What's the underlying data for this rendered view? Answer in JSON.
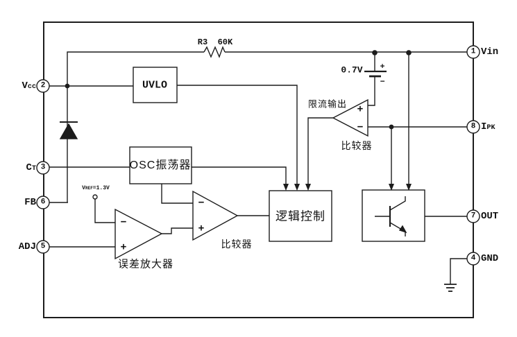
{
  "diagram": {
    "type": "ic-functional-block-diagram",
    "colors": {
      "line": "#1c1c1c",
      "text": "#111111",
      "background": "#ffffff"
    },
    "resistor": {
      "label": "R3  60K"
    },
    "battery": {
      "label": "0.7V",
      "plus": "+",
      "minus": "−"
    },
    "vref": {
      "base": "V",
      "sub": "REF",
      "rest": "=1.3V"
    },
    "blocks": {
      "uvlo": "UVLO",
      "osc": "OSC振荡器",
      "logic": "逻辑控制"
    },
    "amplifiers": {
      "current_limit_title": "限流输出",
      "current_limit_caption": "比较器",
      "pwm_caption": "比较器",
      "error_amp_caption": "误差放大器",
      "plus": "+",
      "minus": "−"
    },
    "pins": {
      "left": [
        {
          "base": "V",
          "sub": "cc",
          "num": "2"
        },
        {
          "base": "C",
          "sub": "T",
          "num": "3"
        },
        {
          "base": "FB",
          "sub": "",
          "num": "6"
        },
        {
          "base": "ADJ",
          "sub": "",
          "num": "5"
        }
      ],
      "right": [
        {
          "base": "Vin",
          "sub": "",
          "num": "1"
        },
        {
          "base": "I",
          "sub": "PK",
          "num": "8"
        },
        {
          "base": "OUT",
          "sub": "",
          "num": "7"
        },
        {
          "base": "GND",
          "sub": "",
          "num": "4"
        }
      ]
    }
  }
}
